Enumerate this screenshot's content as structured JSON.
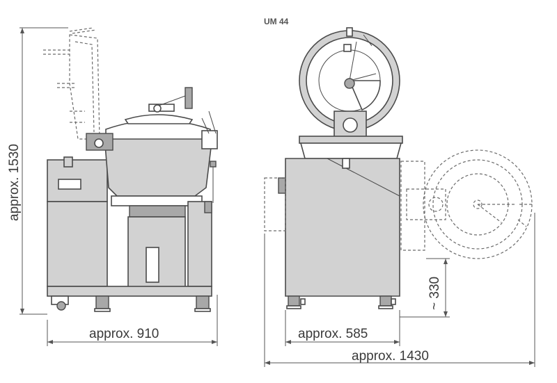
{
  "model_label": "UM 44",
  "dimensions": {
    "height": "approx. 1530",
    "width_front": "approx. 910",
    "width_side": "approx. 585",
    "width_tilted": "approx. 1430",
    "tilt_height": "~ 330"
  }
}
